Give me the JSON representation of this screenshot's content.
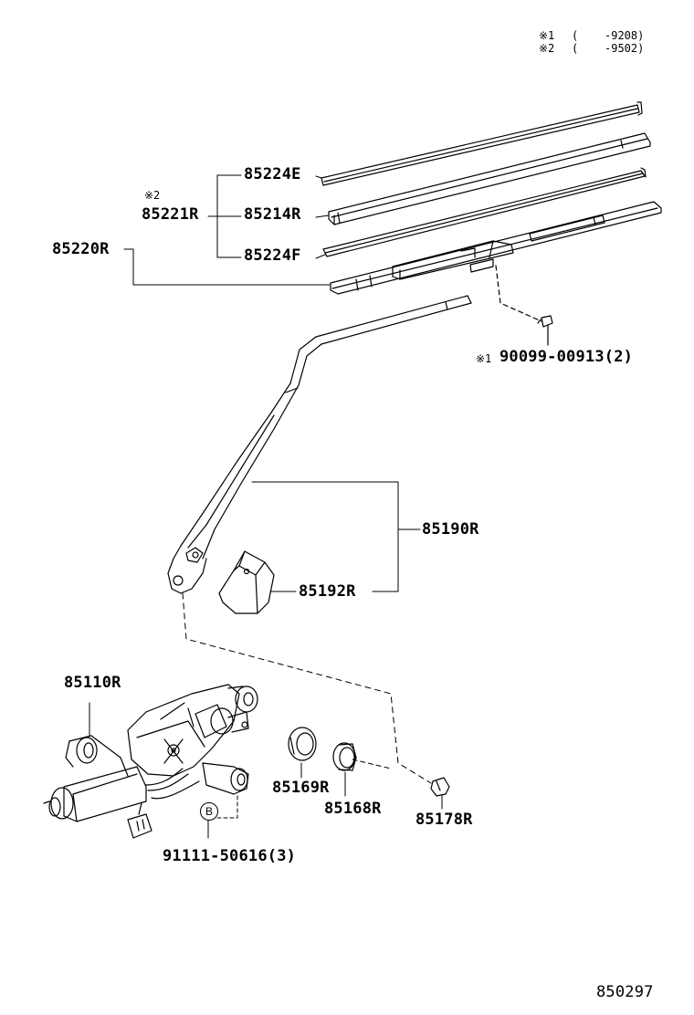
{
  "notes": [
    {
      "mark": "※1",
      "open": "(",
      "range": "-9208)"
    },
    {
      "mark": "※2",
      "open": "(",
      "range": "-9502)"
    }
  ],
  "parts": {
    "p85224E": "85224E",
    "p85221R": "85221R",
    "p85214R": "85214R",
    "p85224F": "85224F",
    "p85220R": "85220R",
    "note2_mark": "※2",
    "screw_mark": "※1",
    "p90099": "90099-00913(2)",
    "p85190R": "85190R",
    "p85192R": "85192R",
    "p85110R": "85110R",
    "p85169R": "85169R",
    "p85168R": "85168R",
    "p85178R": "85178R",
    "bolt_ref": "B",
    "p91111": "91111-50616(3)"
  },
  "diagram_number": "850297"
}
